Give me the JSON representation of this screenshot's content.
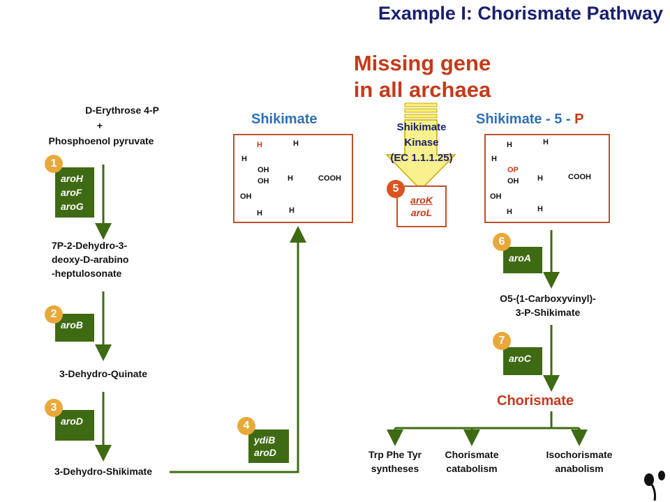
{
  "title": "Example I: Chorismate Pathway",
  "missing_gene": {
    "line1": "Missing gene",
    "line2": "in all archaea"
  },
  "compounds": {
    "erythrose": "D-Erythrose 4-P",
    "plus": "+",
    "pep": "Phosphoenol pyruvate",
    "dahp_1": "7P-2-Dehydro-3-",
    "dahp_2": "deoxy-D-arabino",
    "dahp_3": "-heptulosonate",
    "dehydroquinate": "3-Dehydro-Quinate",
    "dehydroshikimate": "3-Dehydro-Shikimate",
    "epsp_1": "O5-(1-Carboxyvinyl)-",
    "epsp_2": "3-P-Shikimate",
    "chorismate": "Chorismate"
  },
  "molecules": {
    "shikimate": "Shikimate",
    "s5p_prefix": "Shikimate - 5 -",
    "s5p_p": "P"
  },
  "kinase": {
    "line1": "Shikimate",
    "line2": "Kinase",
    "line3": "(EC 1.1.1.25)"
  },
  "steps": [
    {
      "num": "1",
      "genes": [
        "aroH",
        "aroF",
        "aroG"
      ]
    },
    {
      "num": "2",
      "genes": [
        "aroB"
      ]
    },
    {
      "num": "3",
      "genes": [
        "aroD"
      ]
    },
    {
      "num": "4",
      "genes": [
        "ydiB",
        "aroD"
      ]
    },
    {
      "num": "5",
      "genes": [
        "aroK",
        "aroL"
      ]
    },
    {
      "num": "6",
      "genes": [
        "aroA"
      ]
    },
    {
      "num": "7",
      "genes": [
        "aroC"
      ]
    }
  ],
  "branches": [
    {
      "line1": "Trp Phe Tyr",
      "line2": "syntheses"
    },
    {
      "line1": "Chorismate",
      "line2": "catabolism"
    },
    {
      "line1": "Isochorismate",
      "line2": "anabolism"
    }
  ],
  "atoms": {
    "H": "H",
    "OH": "OH",
    "COOH": "COOH",
    "OP": "OP"
  },
  "colors": {
    "arrow": "#3f6a14",
    "gene_box": "#3f6a14",
    "title": "#1a1f6e",
    "highlight": "#c43a1a",
    "molecule": "#2e6fb8",
    "badge": "#e8a93a"
  }
}
